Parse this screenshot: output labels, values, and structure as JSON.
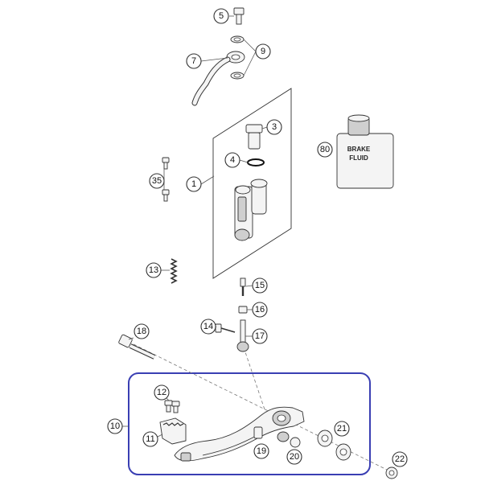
{
  "callouts": {
    "c5": "5",
    "c9": "9",
    "c7": "7",
    "c3": "3",
    "c4": "4",
    "c1": "1",
    "c35": "35",
    "c80": "80",
    "c13": "13",
    "c15": "15",
    "c16": "16",
    "c14": "14",
    "c17": "17",
    "c18": "18",
    "c12": "12",
    "c10": "10",
    "c11": "11",
    "c19": "19",
    "c20": "20",
    "c21": "21",
    "c22": "22"
  },
  "bottle_label": {
    "line1": "BRAKE",
    "line2": "FLUID"
  },
  "colors": {
    "highlight_frame": "#3a3fb3",
    "outline": "#333333"
  }
}
